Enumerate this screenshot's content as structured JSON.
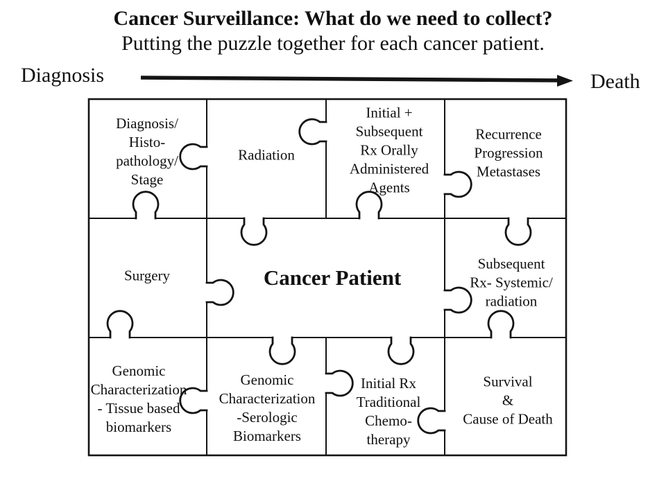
{
  "slide": {
    "title": "Cancer Surveillance: What do we need to collect?",
    "subtitle": "Putting the puzzle together for each cancer patient."
  },
  "timeline": {
    "start_label": "Diagnosis",
    "end_label": "Death"
  },
  "puzzle": {
    "center": {
      "label": "Cancer Patient"
    },
    "pieces": [
      {
        "name": "diagnosis-histopathology-stage",
        "label": "Diagnosis/\nHisto-\npathology/\nStage"
      },
      {
        "name": "radiation",
        "label": "Radiation"
      },
      {
        "name": "initial-subsequent-rx-orally-administered-agents",
        "label": "Initial +\nSubsequent\nRx Orally\nAdministered\nAgents"
      },
      {
        "name": "recurrence-progression-metastases",
        "label": "Recurrence\nProgression\nMetastases"
      },
      {
        "name": "surgery",
        "label": "Surgery"
      },
      {
        "name": "subsequent-rx-systemic-radiation",
        "label": "Subsequent\nRx- Systemic/\nradiation"
      },
      {
        "name": "genomic-characterization-tissue-based-biomarkers",
        "label": "Genomic\nCharacterization\n- Tissue based\nbiomarkers"
      },
      {
        "name": "genomic-characterization-serologic-biomarkers",
        "label": "Genomic\nCharacterization\n-Serologic\nBiomarkers"
      },
      {
        "name": "initial-rx-traditional-chemotherapy",
        "label": "Initial Rx\nTraditional\nChemo-\ntherapy"
      },
      {
        "name": "survival-cause-of-death",
        "label": "Survival\n&\nCause of Death"
      }
    ]
  },
  "colors": {
    "background": "#ffffff",
    "line": "#141414",
    "text": "#111111"
  }
}
